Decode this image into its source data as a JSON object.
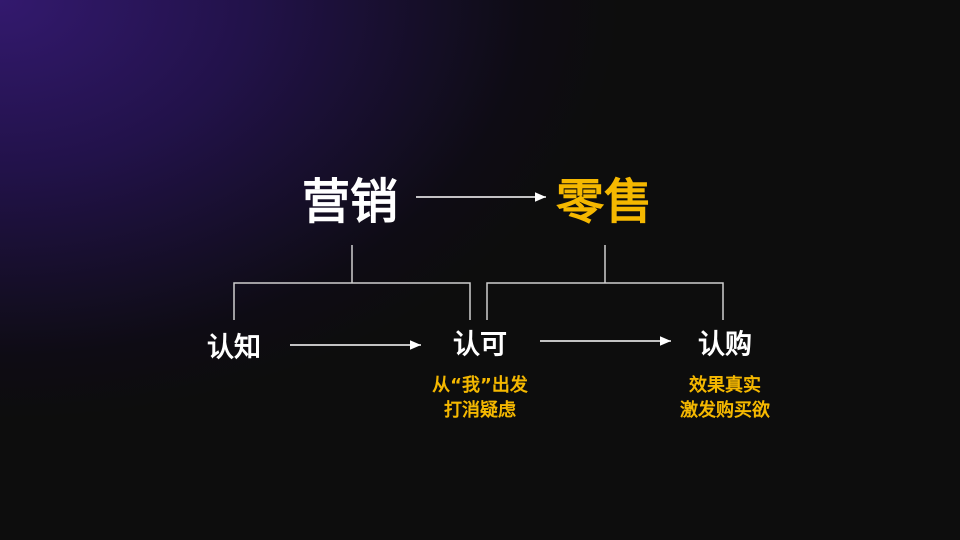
{
  "top": {
    "left": "营销",
    "right": "零售"
  },
  "stages": [
    {
      "label": "认知"
    },
    {
      "label": "认可",
      "notes": [
        "从“我”出发",
        "打消疑虑"
      ]
    },
    {
      "label": "认购",
      "notes": [
        "效果真实",
        "激发购买欲"
      ]
    }
  ],
  "colors": {
    "accent": "#f5b800",
    "text": "#ffffff",
    "lines": "#cfcfcf"
  }
}
